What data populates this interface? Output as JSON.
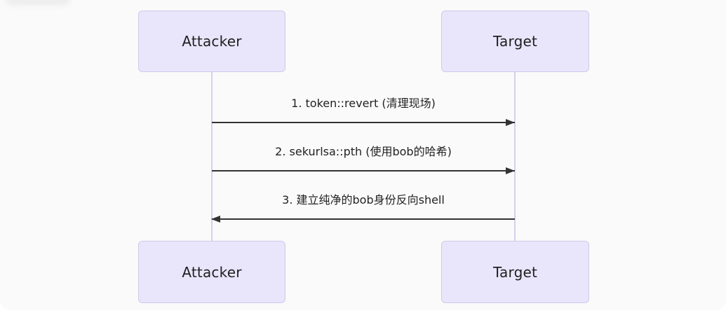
{
  "diagram": {
    "type": "sequence-diagram",
    "actors": [
      {
        "id": "attacker",
        "label": "Attacker"
      },
      {
        "id": "target",
        "label": "Target"
      }
    ],
    "messages": [
      {
        "seq": 1,
        "from": "attacker",
        "to": "target",
        "direction": "right",
        "line_style": "solid",
        "label": "1. token::revert (清理现场)"
      },
      {
        "seq": 2,
        "from": "attacker",
        "to": "target",
        "direction": "right",
        "line_style": "solid",
        "label": "2. sekurlsa::pth (使用bob的哈希)"
      },
      {
        "seq": 3,
        "from": "target",
        "to": "attacker",
        "direction": "left",
        "line_style": "solid",
        "label": "3. 建立纯净的bob身份反向shell"
      }
    ],
    "colors": {
      "actor_fill": "#E9E6FB",
      "actor_border": "#D0C9EC",
      "lifeline": "#D6D0EE",
      "arrow": "#333333",
      "label_text": "#222222",
      "canvas_bg": "#FAFAFA",
      "page_bg": "#FFFFFF"
    }
  }
}
